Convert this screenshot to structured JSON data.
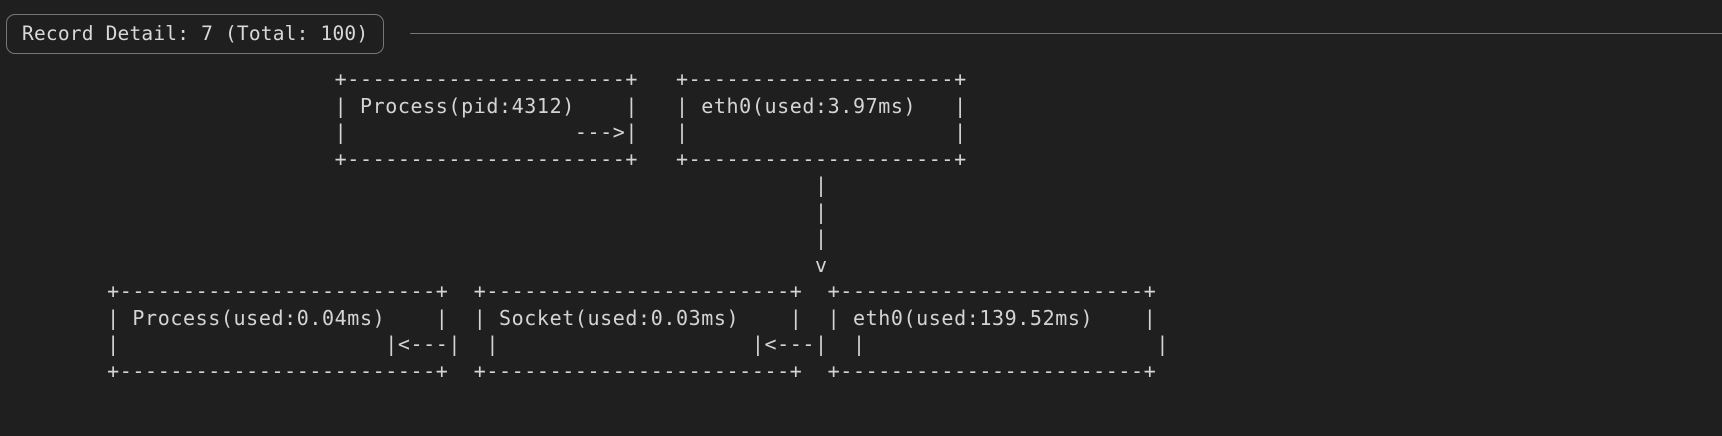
{
  "window": {
    "background_color": "#1f1f1f",
    "foreground_color": "#d4d4d4",
    "border_color": "#767676"
  },
  "header": {
    "panel_title": "Record Detail: 7 (Total: 100)",
    "record_index": "7",
    "record_total": "100"
  },
  "diagram": {
    "type": "ascii-flow",
    "nodes": [
      {
        "id": "process-top",
        "label": "Process(pid:4312)",
        "row": "top",
        "column": 1
      },
      {
        "id": "eth0-top",
        "label": "eth0(used:3.97ms)",
        "row": "top",
        "column": 2
      },
      {
        "id": "process-bottom",
        "label": "Process(used:0.04ms)",
        "row": "bottom",
        "column": 1
      },
      {
        "id": "socket-bottom",
        "label": "Socket(used:0.03ms)",
        "row": "bottom",
        "column": 2
      },
      {
        "id": "eth0-bottom",
        "label": "eth0(used:139.52ms)",
        "row": "bottom",
        "column": 3
      }
    ],
    "edges": [
      {
        "from": "process-top",
        "to": "eth0-top",
        "glyph": "--->",
        "direction": "right"
      },
      {
        "from": "eth0-top",
        "to": "eth0-bottom",
        "glyph": "v",
        "direction": "down"
      },
      {
        "from": "eth0-bottom",
        "to": "socket-bottom",
        "glyph": "<---",
        "direction": "left"
      },
      {
        "from": "socket-bottom",
        "to": "process-bottom",
        "glyph": "<---",
        "direction": "left"
      }
    ],
    "ascii": "                          +----------------------+   +---------------------+\n                          | Process(pid:4312)    |   | eth0(used:3.97ms)   |\n                          |                  --->|   |                     |\n                          +----------------------+   +---------------------+\n                                                                |\n                                                                |\n                                                                |\n                                                                v\n        +-------------------------+  +------------------------+  +------------------------+\n        | Process(used:0.04ms)    |  | Socket(used:0.03ms)    |  | eth0(used:139.52ms)    |\n        |                     |<---|  |                    |<---|  |                       |\n        +-------------------------+  +------------------------+  +------------------------+"
  }
}
